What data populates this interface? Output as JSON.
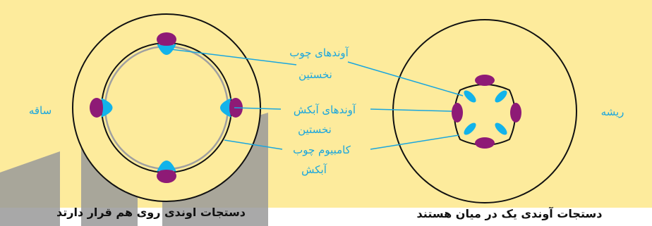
{
  "labels": {
    "stem": "ساقه",
    "root": "ریشه",
    "primary_xylem_line1": "آوندهای چوب",
    "primary_xylem_line2": "نخستین",
    "primary_phloem_line1": "آوندهای آبکش",
    "primary_phloem_line2": "نخستین",
    "cambium_line1": "کامبیوم چوب",
    "cambium_line2": "آبکش",
    "stem_caption": "دستجات اوندی روی هم قرار دارتد",
    "root_caption": "دستجات آوندی یک در میان هستند"
  },
  "colors": {
    "background": "#fdeb9c",
    "label_text": "#1aa6de",
    "xylem": "#12b3ea",
    "phloem": "#8e1a76",
    "cambium": "#a0a0a0",
    "outline": "#111111",
    "caption_text": "#111111",
    "watermark": "#9a9a9a"
  }
}
